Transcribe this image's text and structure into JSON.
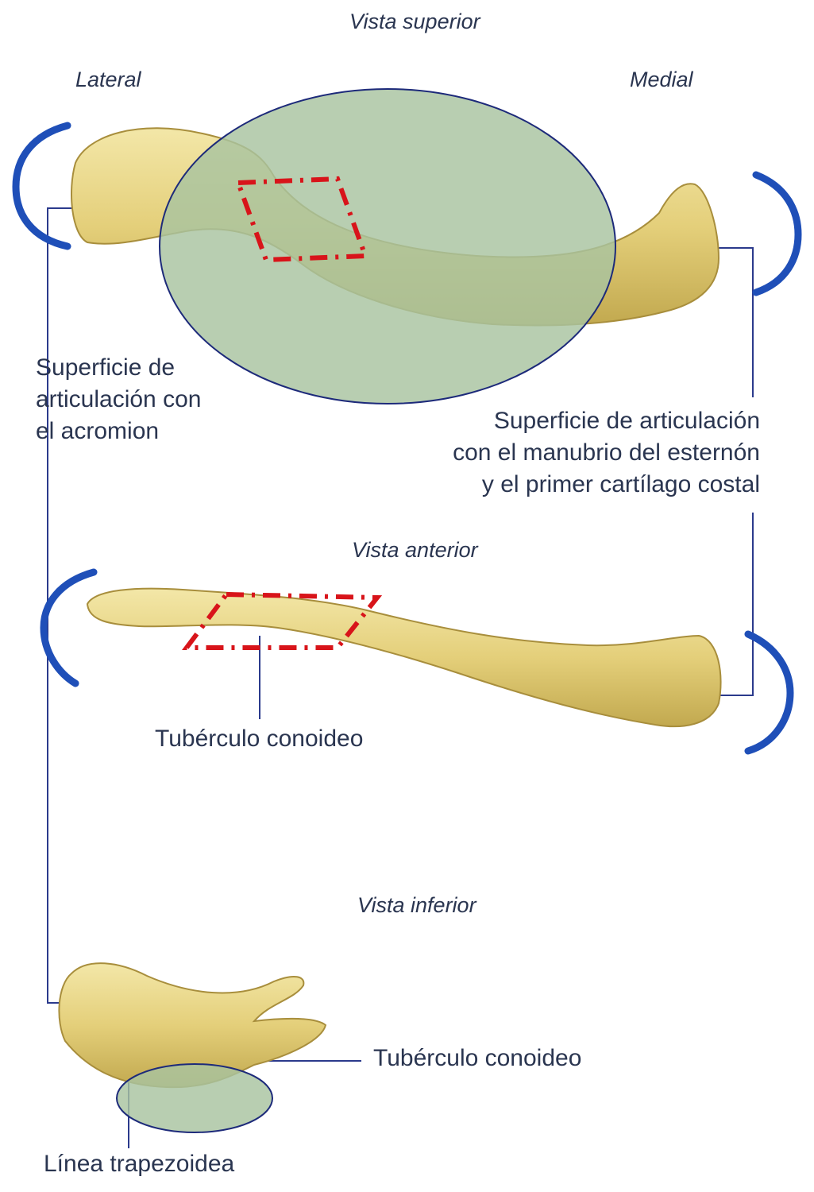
{
  "views": {
    "superior": "Vista superior",
    "anterior": "Vista anterior",
    "inferior": "Vista inferior"
  },
  "sides": {
    "lateral": "Lateral",
    "medial": "Medial"
  },
  "labels": {
    "acromion": [
      "Superficie de",
      "articulación con",
      "el acromion"
    ],
    "sternum": [
      "Superficie de articulación",
      "con el manubrio del esternón",
      "y el primer cartílago costal"
    ],
    "conoid_anterior": "Tubérculo conoideo",
    "conoid_inferior": "Tubérculo conoideo",
    "trapezoid": "Línea trapezoidea"
  },
  "colors": {
    "bone": "#e8d68a",
    "bone_dark": "#b9a24a",
    "highlight_fill": "#a8c3a0",
    "highlight_stroke": "#1d2a7a",
    "bracket": "#1f4fb8",
    "dashed_box": "#d8141a",
    "leader_line": "#2b3a8c",
    "text": "#2a3550"
  }
}
